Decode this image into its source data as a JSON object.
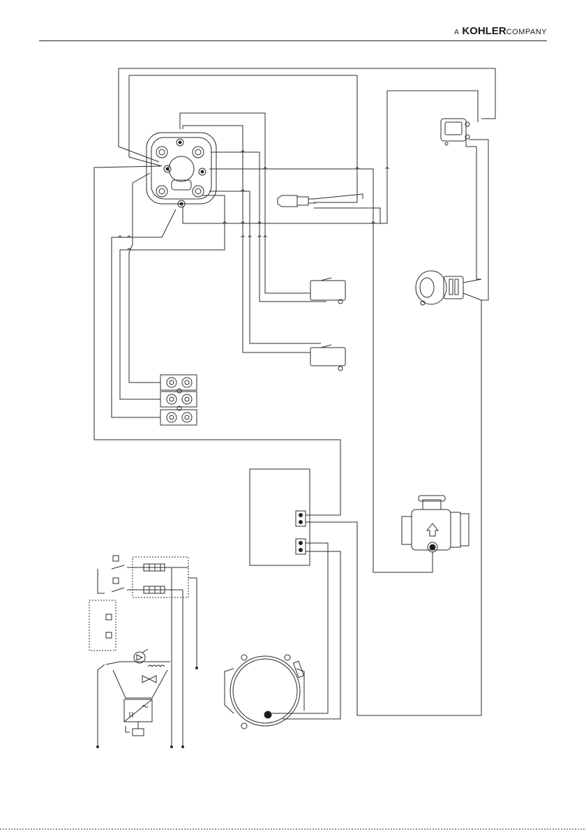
{
  "header": {
    "brand_prefix": "A",
    "brand_name": "KOHLER",
    "brand_suffix": "COMPANY"
  },
  "diagram": {
    "type": "wiring-diagram",
    "components": [
      "control-unit",
      "sensor-probe",
      "connector-plug",
      "micro-switch-upper",
      "micro-switch-lower",
      "terminal-block",
      "fan-motor",
      "gas-valve",
      "pump",
      "control-board"
    ]
  }
}
